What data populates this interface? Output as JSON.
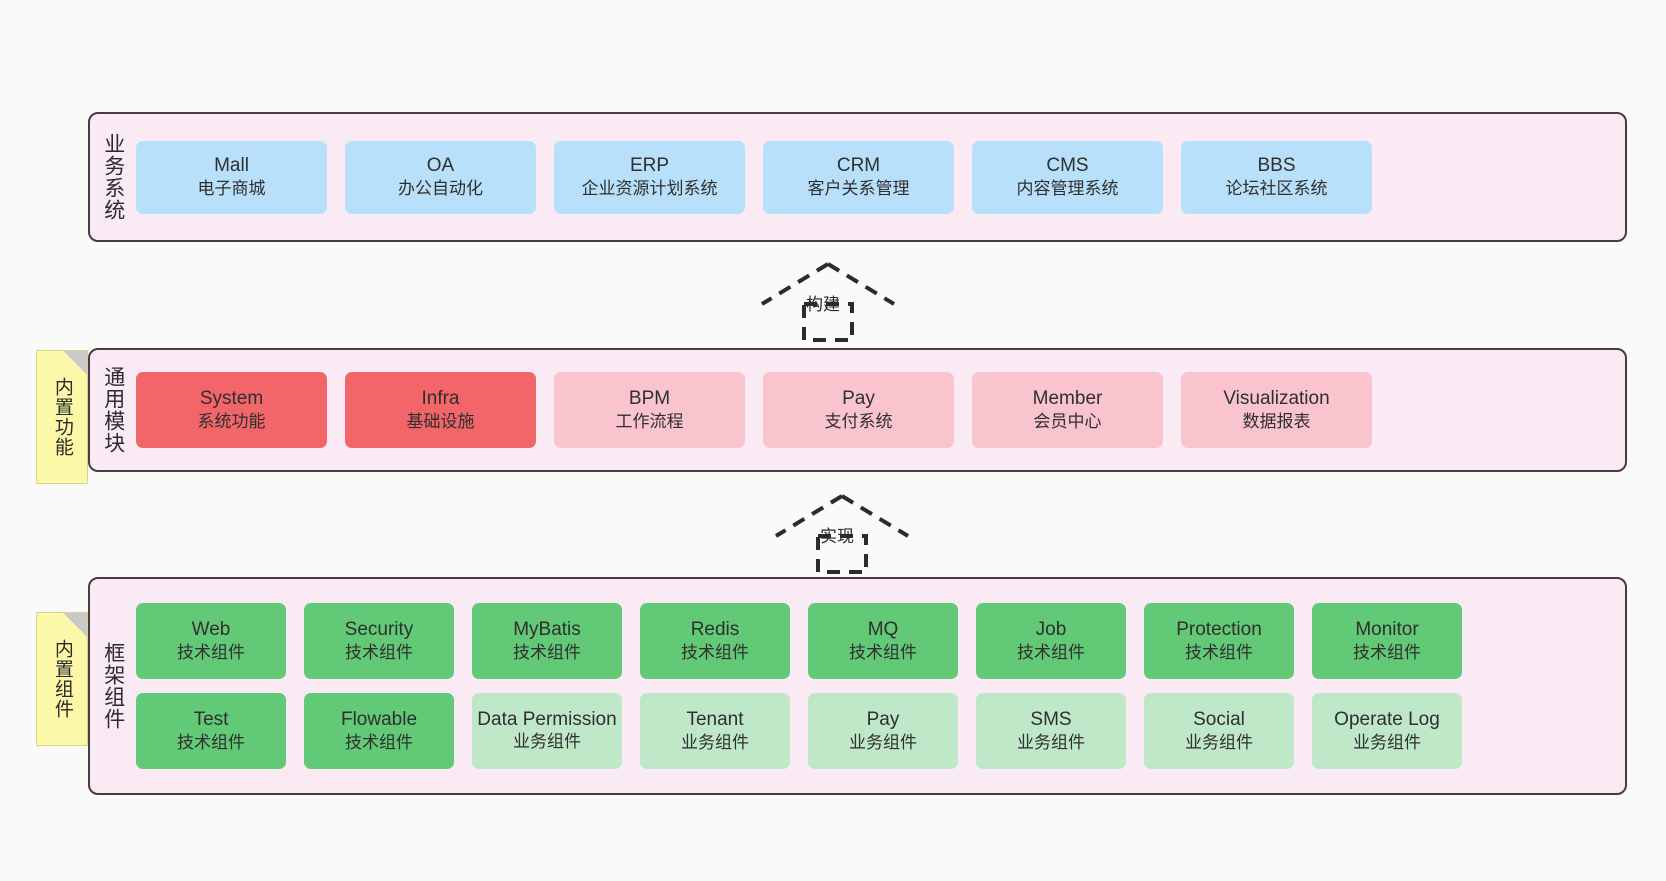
{
  "diagram": {
    "background": "#fafaf8",
    "layer_fill": "#f9eaf4",
    "layer_border": "#4a3a45",
    "note_fill": "#fbf8a8",
    "colors": {
      "blue": "#b8e0fb",
      "red": "#f2666a",
      "pink": "#fac4cf",
      "green": "#62c977",
      "light_green": "#bfe8c8"
    }
  },
  "layers": [
    {
      "id": "business",
      "title": "业务系统",
      "note": null,
      "rows": [
        [
          {
            "name": "Mall",
            "desc": "电子商城",
            "color": "blue"
          },
          {
            "name": "OA",
            "desc": "办公自动化",
            "color": "blue"
          },
          {
            "name": "ERP",
            "desc": "企业资源计划系统",
            "color": "blue"
          },
          {
            "name": "CRM",
            "desc": "客户关系管理",
            "color": "blue"
          },
          {
            "name": "CMS",
            "desc": "内容管理系统",
            "color": "blue"
          },
          {
            "name": "BBS",
            "desc": "论坛社区系统",
            "color": "blue"
          }
        ]
      ]
    },
    {
      "id": "common-modules",
      "title": "通用模块",
      "note": "内置功能",
      "rows": [
        [
          {
            "name": "System",
            "desc": "系统功能",
            "color": "red"
          },
          {
            "name": "Infra",
            "desc": "基础设施",
            "color": "red"
          },
          {
            "name": "BPM",
            "desc": "工作流程",
            "color": "pink"
          },
          {
            "name": "Pay",
            "desc": "支付系统",
            "color": "pink"
          },
          {
            "name": "Member",
            "desc": "会员中心",
            "color": "pink"
          },
          {
            "name": "Visualization",
            "desc": "数据报表",
            "color": "pink"
          }
        ]
      ]
    },
    {
      "id": "framework-components",
      "title": "框架组件",
      "note": "内置组件",
      "rows": [
        [
          {
            "name": "Web",
            "desc": "技术组件",
            "color": "green"
          },
          {
            "name": "Security",
            "desc": "技术组件",
            "color": "green"
          },
          {
            "name": "MyBatis",
            "desc": "技术组件",
            "color": "green"
          },
          {
            "name": "Redis",
            "desc": "技术组件",
            "color": "green"
          },
          {
            "name": "MQ",
            "desc": "技术组件",
            "color": "green"
          },
          {
            "name": "Job",
            "desc": "技术组件",
            "color": "green"
          },
          {
            "name": "Protection",
            "desc": "技术组件",
            "color": "green"
          },
          {
            "name": "Monitor",
            "desc": "技术组件",
            "color": "green"
          }
        ],
        [
          {
            "name": "Test",
            "desc": "技术组件",
            "color": "green"
          },
          {
            "name": "Flowable",
            "desc": "技术组件",
            "color": "green"
          },
          {
            "name": "Data Permission",
            "desc": "业务组件",
            "color": "light_green"
          },
          {
            "name": "Tenant",
            "desc": "业务组件",
            "color": "light_green"
          },
          {
            "name": "Pay",
            "desc": "业务组件",
            "color": "light_green"
          },
          {
            "name": "SMS",
            "desc": "业务组件",
            "color": "light_green"
          },
          {
            "name": "Social",
            "desc": "业务组件",
            "color": "light_green"
          },
          {
            "name": "Operate Log",
            "desc": "业务组件",
            "color": "light_green"
          }
        ]
      ]
    }
  ],
  "connectors": [
    {
      "id": "build",
      "label": "构建"
    },
    {
      "id": "implement",
      "label": "实现"
    }
  ]
}
